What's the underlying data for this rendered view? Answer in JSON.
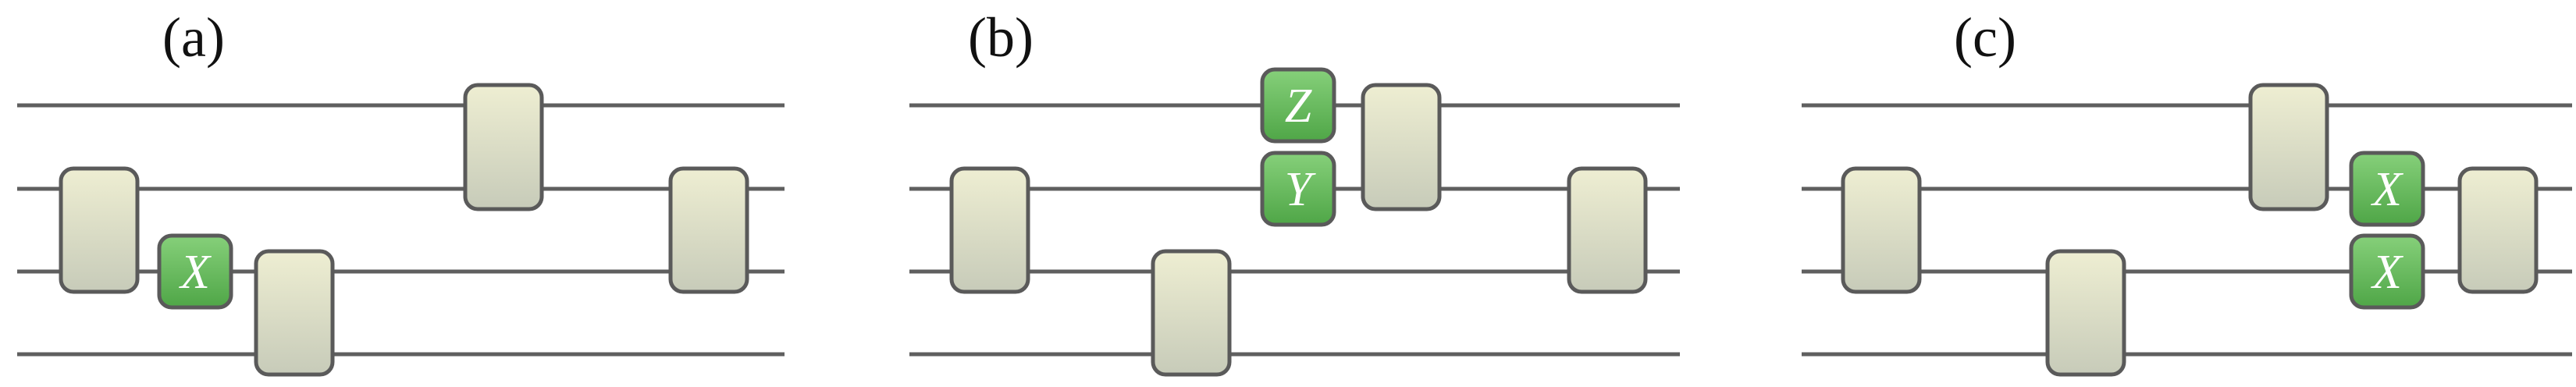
{
  "figure": {
    "colors": {
      "wire": "#5f5f5f",
      "gate_stroke": "#5a5a5a",
      "gate_fill_top": "#eeeed2",
      "gate_fill_bottom": "#c7cbb9",
      "pauli_fill_top": "#86d07a",
      "pauli_fill_bottom": "#4fa647",
      "pauli_text": "#ffffff"
    },
    "panels": [
      {
        "id": "a",
        "label": "(a)",
        "wires": 4,
        "gates": [
          {
            "type": "two-qubit",
            "wires": [
              1,
              2
            ],
            "slot": 0
          },
          {
            "type": "pauli",
            "letter": "X",
            "wire": 2,
            "slot": 1
          },
          {
            "type": "two-qubit",
            "wires": [
              2,
              3
            ],
            "slot": 2
          },
          {
            "type": "two-qubit",
            "wires": [
              0,
              1
            ],
            "slot": 3
          },
          {
            "type": "two-qubit",
            "wires": [
              1,
              2
            ],
            "slot": 4
          }
        ]
      },
      {
        "id": "b",
        "label": "(b)",
        "wires": 4,
        "gates": [
          {
            "type": "two-qubit",
            "wires": [
              1,
              2
            ],
            "slot": 0
          },
          {
            "type": "two-qubit",
            "wires": [
              2,
              3
            ],
            "slot": 1
          },
          {
            "type": "pauli",
            "letter": "Z",
            "wire": 0,
            "slot": 2
          },
          {
            "type": "pauli",
            "letter": "Y",
            "wire": 1,
            "slot": 2
          },
          {
            "type": "two-qubit",
            "wires": [
              0,
              1
            ],
            "slot": 3
          },
          {
            "type": "two-qubit",
            "wires": [
              1,
              2
            ],
            "slot": 4
          }
        ]
      },
      {
        "id": "c",
        "label": "(c)",
        "wires": 4,
        "gates": [
          {
            "type": "two-qubit",
            "wires": [
              1,
              2
            ],
            "slot": 0
          },
          {
            "type": "two-qubit",
            "wires": [
              2,
              3
            ],
            "slot": 1
          },
          {
            "type": "two-qubit",
            "wires": [
              0,
              1
            ],
            "slot": 2
          },
          {
            "type": "pauli",
            "letter": "X",
            "wire": 1,
            "slot": 3
          },
          {
            "type": "pauli",
            "letter": "X",
            "wire": 2,
            "slot": 3
          },
          {
            "type": "two-qubit",
            "wires": [
              1,
              2
            ],
            "slot": 4
          }
        ]
      }
    ]
  }
}
